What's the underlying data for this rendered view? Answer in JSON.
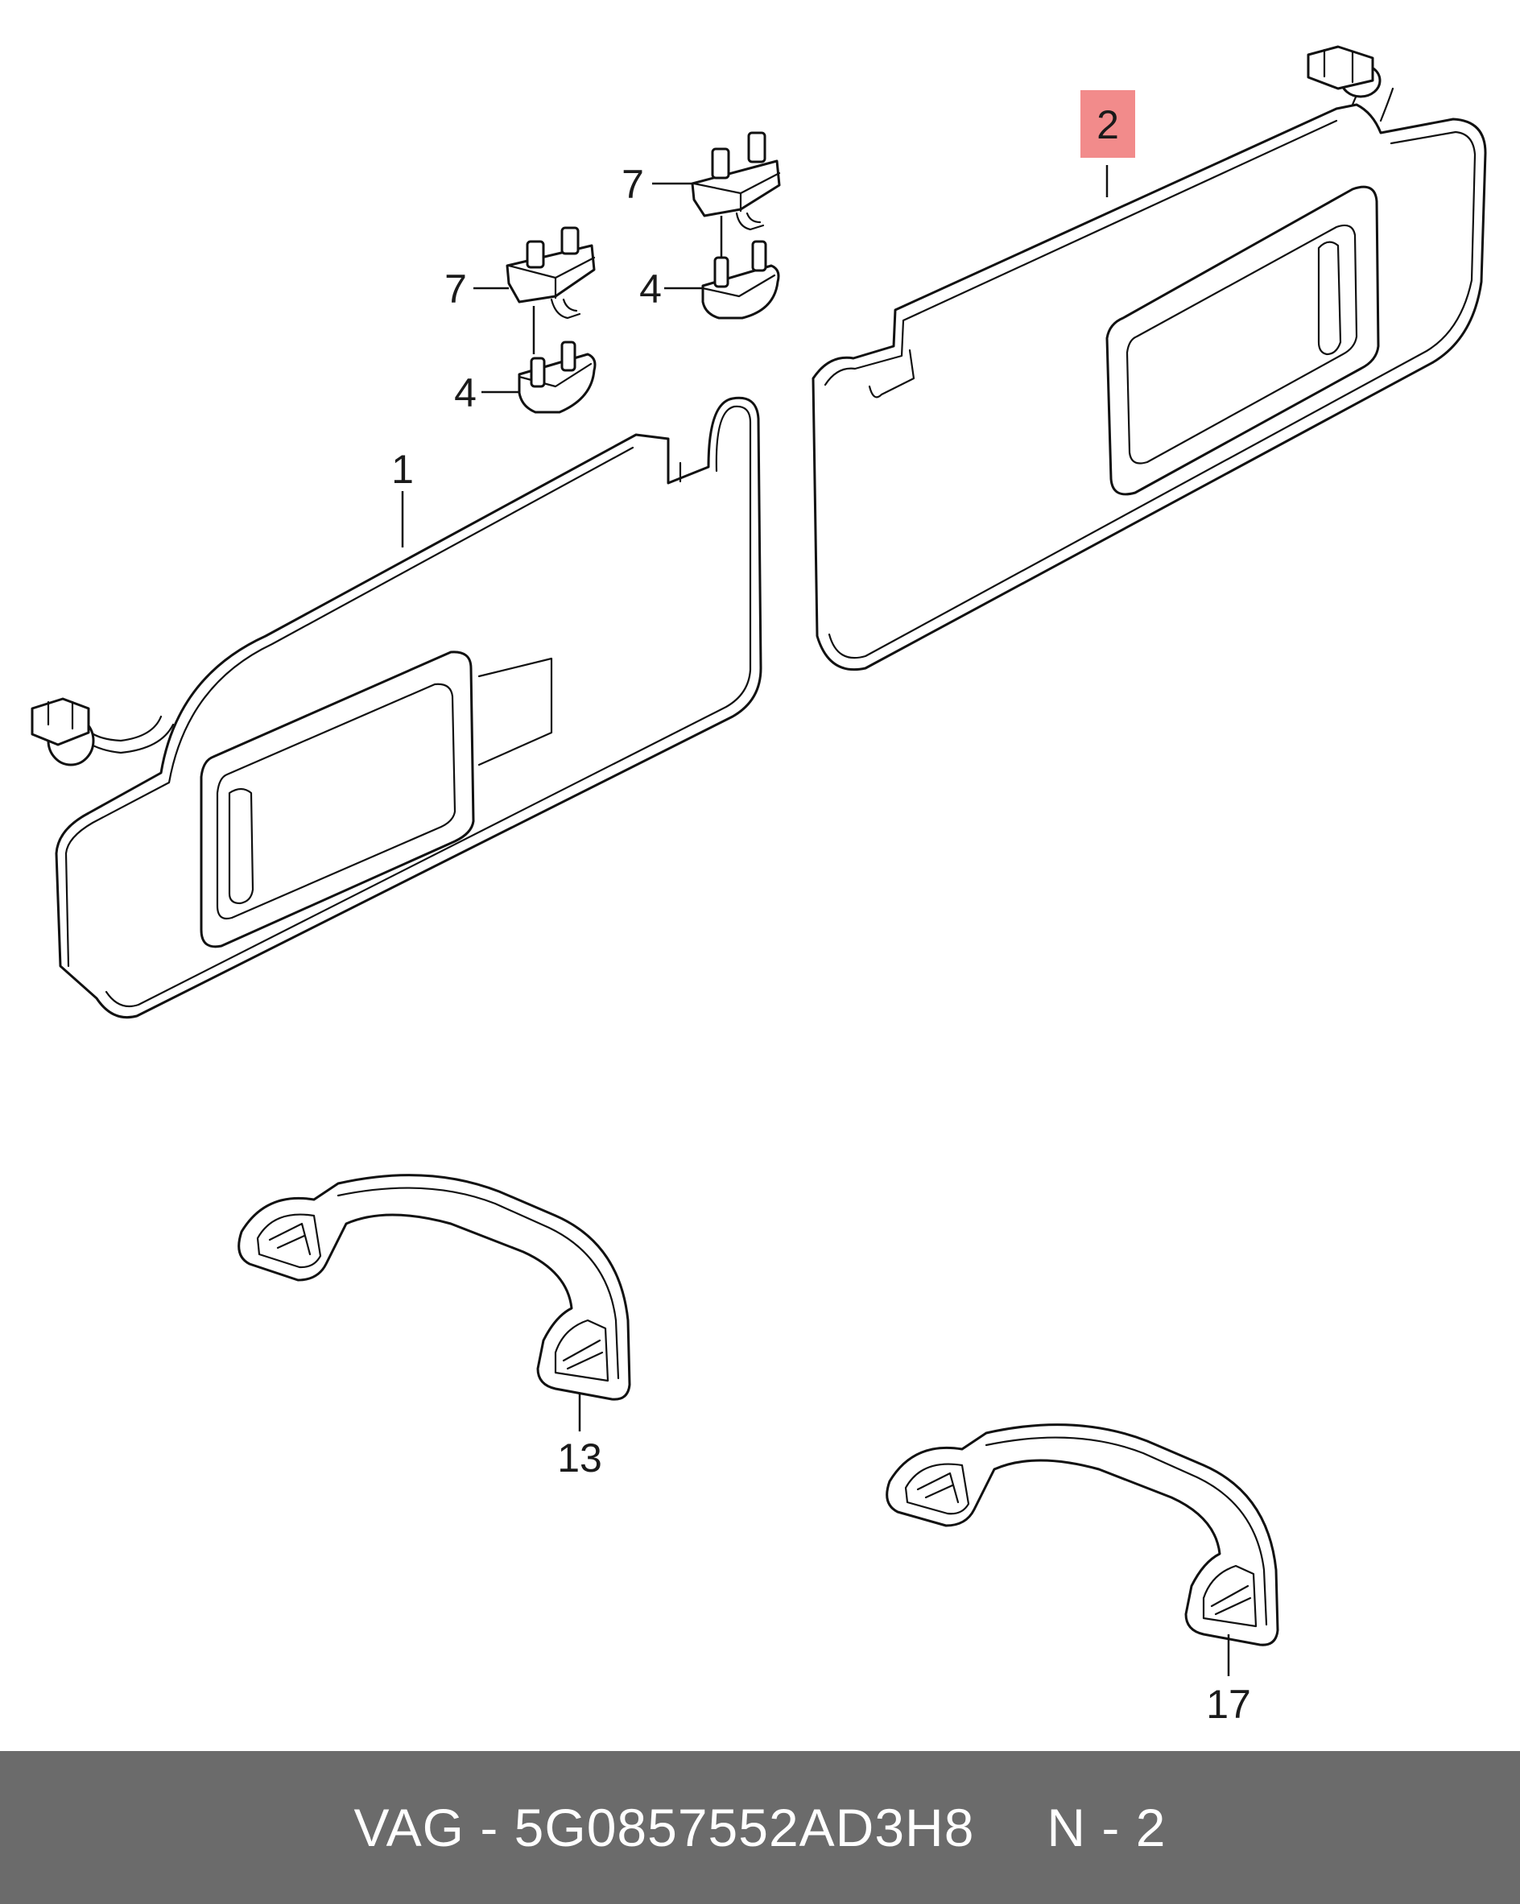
{
  "callouts": [
    {
      "id": "c-1",
      "label": "1"
    },
    {
      "id": "c-2",
      "label": "2",
      "highlighted": true
    },
    {
      "id": "c-4a",
      "label": "4"
    },
    {
      "id": "c-4b",
      "label": "4"
    },
    {
      "id": "c-7a",
      "label": "7"
    },
    {
      "id": "c-7b",
      "label": "7"
    },
    {
      "id": "c-13",
      "label": "13"
    },
    {
      "id": "c-17",
      "label": "17"
    }
  ],
  "footer": {
    "brand_part": "VAG - 5G0857552AD3H8",
    "position": "N - 2"
  },
  "colors": {
    "highlight": "#f28b8b",
    "footer_bg": "#6b6b6b",
    "footer_text": "#ffffff",
    "line": "#111111"
  }
}
